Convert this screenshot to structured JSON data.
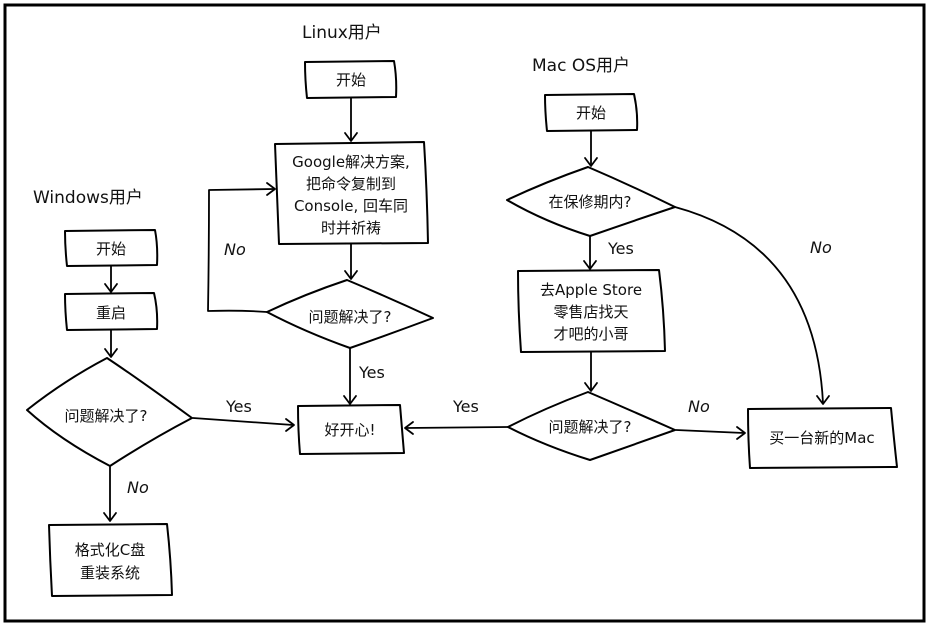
{
  "diagram": {
    "type": "flowchart",
    "style": "hand-drawn",
    "colors": {
      "stroke": "#000000",
      "background": "#ffffff",
      "text": "#111111"
    },
    "columns": {
      "windows": {
        "title": "Windows用户",
        "start": "开始",
        "reboot": "重启",
        "decision": "问题解决了?",
        "fix_lines": [
          "格式化C盘",
          "重装系统"
        ],
        "yes_label": "Yes",
        "no_label": "No"
      },
      "linux": {
        "title": "Linux用户",
        "start": "开始",
        "google_lines": [
          "Google解决方案,",
          "把命令复制到",
          "Console, 回车同",
          "时并祈祷"
        ],
        "decision": "问题解决了?",
        "yes_label": "Yes",
        "no_label": "No"
      },
      "mac": {
        "title": "Mac OS用户",
        "start": "开始",
        "warranty_decision": "在保修期内?",
        "warranty_yes_label": "Yes",
        "warranty_no_label": "No",
        "store_lines": [
          "去Apple Store",
          "零售店找天",
          "才吧的小哥"
        ],
        "decision": "问题解决了?",
        "yes_label": "Yes",
        "no_label": "No",
        "buy": "买一台新的Mac"
      }
    },
    "shared": {
      "happy": "好开心!"
    }
  }
}
